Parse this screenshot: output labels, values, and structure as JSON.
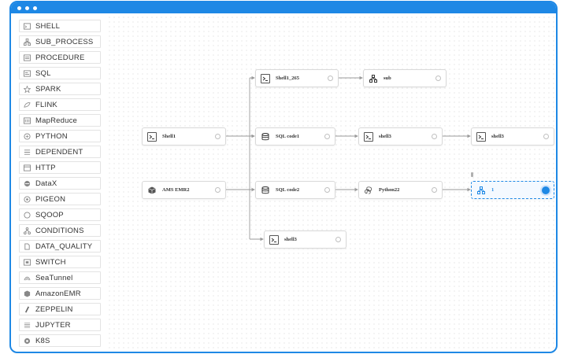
{
  "theme": {
    "accent": "#1e88e5",
    "border": "#d9d9d9"
  },
  "toolbox": [
    {
      "label": "SHELL",
      "icon": "shell-icon"
    },
    {
      "label": "SUB_PROCESS",
      "icon": "sub-process-icon"
    },
    {
      "label": "PROCEDURE",
      "icon": "procedure-icon"
    },
    {
      "label": "SQL",
      "icon": "sql-icon"
    },
    {
      "label": "SPARK",
      "icon": "spark-icon"
    },
    {
      "label": "FLINK",
      "icon": "flink-icon"
    },
    {
      "label": "MapReduce",
      "icon": "mapreduce-icon"
    },
    {
      "label": "PYTHON",
      "icon": "python-icon"
    },
    {
      "label": "DEPENDENT",
      "icon": "dependent-icon"
    },
    {
      "label": "HTTP",
      "icon": "http-icon"
    },
    {
      "label": "DataX",
      "icon": "datax-icon"
    },
    {
      "label": "PIGEON",
      "icon": "pigeon-icon"
    },
    {
      "label": "SQOOP",
      "icon": "sqoop-icon"
    },
    {
      "label": "CONDITIONS",
      "icon": "conditions-icon"
    },
    {
      "label": "DATA_QUALITY",
      "icon": "data-quality-icon"
    },
    {
      "label": "SWITCH",
      "icon": "switch-icon"
    },
    {
      "label": "SeaTunnel",
      "icon": "seatunnel-icon"
    },
    {
      "label": "AmazonEMR",
      "icon": "amazon-emr-icon"
    },
    {
      "label": "ZEPPELIN",
      "icon": "zeppelin-icon"
    },
    {
      "label": "JUPYTER",
      "icon": "jupyter-icon"
    },
    {
      "label": "K8S",
      "icon": "k8s-icon"
    }
  ],
  "nodes": {
    "shell1": {
      "label": "Shell1",
      "icon": "terminal-icon"
    },
    "ams_emr2": {
      "label": "AMS EMR2",
      "icon": "amazon-emr-icon"
    },
    "shell1_265": {
      "label": "Shell1_265",
      "icon": "terminal-icon"
    },
    "sub": {
      "label": "sub",
      "icon": "sub-process-icon"
    },
    "sql_code1": {
      "label": "SQL code1",
      "icon": "database-icon"
    },
    "shell3_a": {
      "label": "shell3",
      "icon": "terminal-icon"
    },
    "shell3_b": {
      "label": "shell3",
      "icon": "terminal-icon"
    },
    "sql_code2": {
      "label": "SQL code2",
      "icon": "database-icon"
    },
    "python22": {
      "label": "Python22",
      "icon": "python-icon"
    },
    "selected": {
      "label": "1",
      "icon": "sub-process-icon"
    },
    "shell3_c": {
      "label": "shell3",
      "icon": "terminal-icon"
    }
  }
}
